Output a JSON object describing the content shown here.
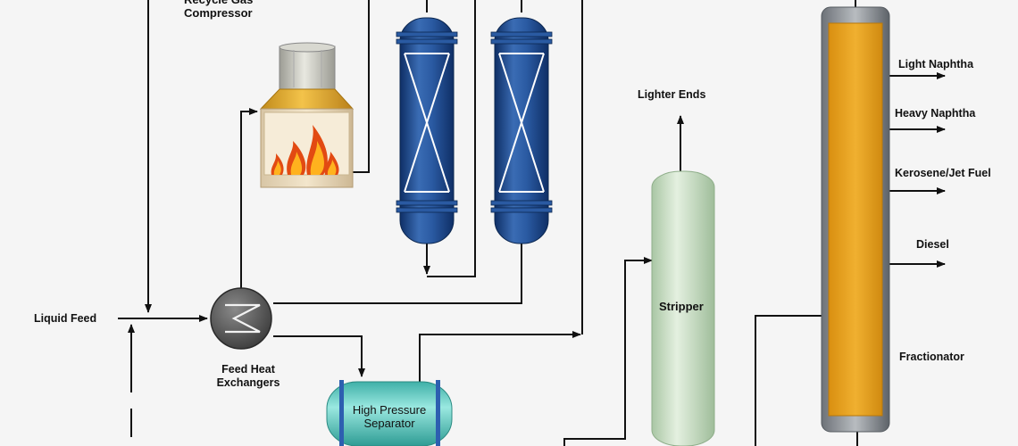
{
  "labels": {
    "recycle_compressor": "Recycle Gas Compressor",
    "liquid_feed": "Liquid Feed",
    "feed_heat_exchangers": "Feed Heat Exchangers",
    "high_pressure_separator": "High Pressure Separator",
    "stripper": "Stripper",
    "lighter_ends": "Lighter Ends",
    "light_naphtha": "Light Naphtha",
    "heavy_naphtha": "Heavy Naphtha",
    "kerosene_jet_fuel": "Kerosene/Jet Fuel",
    "diesel": "Diesel",
    "fractionator": "Fractionator"
  },
  "colors": {
    "reactor_blue": "#1f4f94",
    "furnace_gold": "#e0a82a",
    "stripper_green": "#cde3c8",
    "separator_teal": "#5fc9c0",
    "fractionator_orange": "#e8a418",
    "fractionator_shell": "#8a8f95",
    "line": "#111111"
  },
  "icons": [
    "heat-exchanger-icon",
    "flame-icon",
    "reactor-icon"
  ]
}
